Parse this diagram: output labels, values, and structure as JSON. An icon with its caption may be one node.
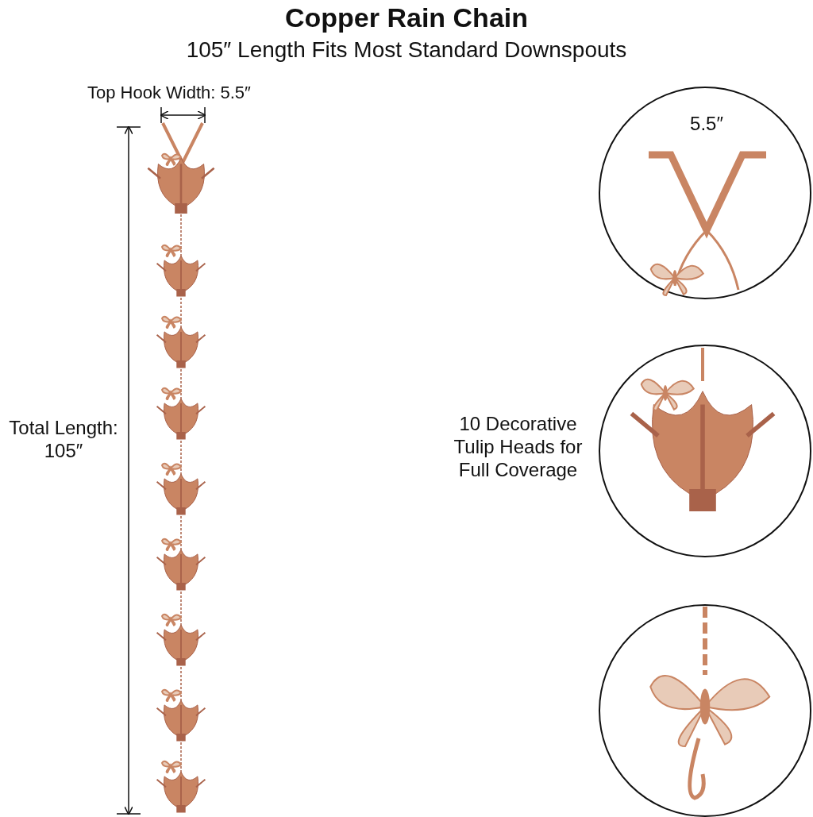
{
  "diagram": {
    "title": "Copper Rain Chain",
    "labels": [
      "105″ Length Fits Most Standard Downspouts",
      "Top Hook Width: 5.5″",
      "Total Length: 105″",
      "5.5″",
      "10 Decorative Tulip Heads for Full Coverage"
    ]
  }
}
